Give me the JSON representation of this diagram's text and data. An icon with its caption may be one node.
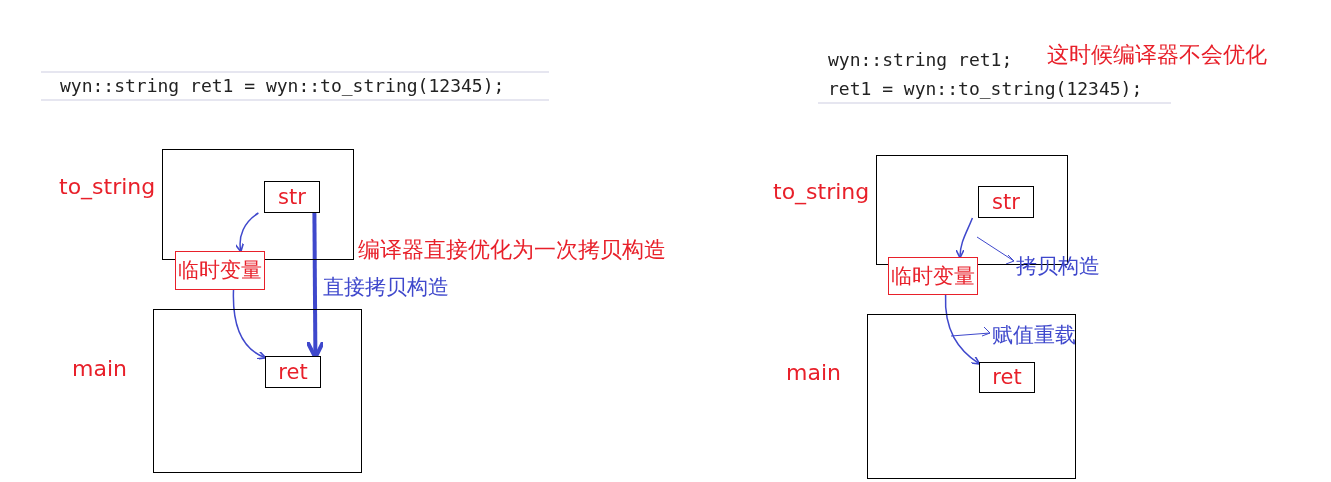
{
  "diagram": {
    "nodes": [
      {
        "text": [
          "to_string"
        ]
      },
      {
        "text": [
          "str"
        ],
        "in": 0
      },
      {
        "text": [
          "临时变量"
        ]
      },
      {
        "text": [
          "main"
        ]
      },
      {
        "text": [
          "ret"
        ],
        "in": 3
      },
      {
        "text": [
          "to_string"
        ]
      },
      {
        "text": [
          "str"
        ],
        "in": 5
      },
      {
        "text": [
          "临时变量"
        ]
      },
      {
        "text": [
          "main"
        ]
      },
      {
        "text": [
          "ret"
        ],
        "in": 8
      }
    ],
    "edges": [
      {
        "from": 1,
        "to": 2,
        "arrow": "to"
      },
      {
        "from": 2,
        "to": 4,
        "arrow": "to"
      },
      {
        "from": 1,
        "to": 4,
        "arrow": "to",
        "label": "直接拷贝构造",
        "style": "thick"
      },
      {
        "from": 6,
        "to": 7,
        "arrow": "to",
        "label": "拷贝构造"
      },
      {
        "from": 7,
        "to": 9,
        "arrow": "to",
        "label": "赋值重载"
      }
    ],
    "labels": [
      "wyn::string ret1 = wyn::to_string(12345);",
      "编译器直接优化为一次拷贝构造",
      "wyn::string ret1;",
      "这时候编译器不会优化",
      "ret1 = wyn::to_string(12345);"
    ]
  }
}
